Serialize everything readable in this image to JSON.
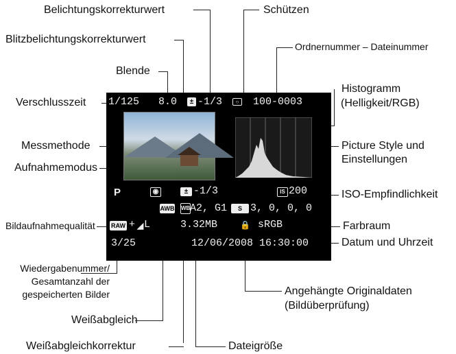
{
  "labels": {
    "belichtungskorrekturwert": "Belichtungskorrekturwert",
    "schuetzen": "Schützen",
    "blitzbelichtungskorrekturwert": "Blitzbelichtungskorrekturwert",
    "ordnernummer_dateinummer": "Ordnernummer – Dateinummer",
    "blende": "Blende",
    "histogramm_1": "Histogramm",
    "histogramm_2": "(Helligkeit/RGB)",
    "verschlusszeit": "Verschlusszeit",
    "messmethode": "Messmethode",
    "picture_style_1": "Picture Style und",
    "picture_style_2": "Einstellungen",
    "aufnahmemodus": "Aufnahmemodus",
    "iso": "ISO-Empfindlichkeit",
    "bildaufnahmequalitaet": "Bildaufnahmequalität",
    "farbraum": "Farbraum",
    "datum_uhrzeit": "Datum und Uhrzeit",
    "wiedergabe_1": "Wiedergabenummer/",
    "wiedergabe_2": "Gesamtanzahl der",
    "wiedergabe_3": "gespeicherten Bilder",
    "originaldaten_1": "Angehängte Originaldaten",
    "originaldaten_2": "(Bildüberprüfung)",
    "weissabgleich": "Weißabgleich",
    "weissabgleichkorrektur": "Weißabgleichkorrektur",
    "dateigroesse": "Dateigröße"
  },
  "screen": {
    "shutter": "1/125",
    "aperture": "8.0",
    "exposure_comp": "-1/3",
    "folder_file": "100-0003",
    "mode": "P",
    "flash_comp": "-1/3",
    "iso_value": "200",
    "wb_shift": "A2, G1",
    "picture_style_values": "3, 0, 0, 0",
    "file_size": "3.32MB",
    "color_space": "sRGB",
    "playback_count": "3/25",
    "date_time": "12/06/2008 16:30:00",
    "quality": "L",
    "icons": {
      "exposure_comp": "exposure-compensation-icon",
      "protect": "protect-icon",
      "metering": "metering-mode-icon",
      "flash_comp": "flash-exposure-compensation-icon",
      "iso": "iso-icon",
      "awb": "auto-white-balance-icon",
      "wb_shift": "white-balance-shift-icon",
      "picture_style": "picture-style-icon",
      "raw": "raw-quality-icon",
      "quality_l": "quality-large-icon",
      "lock": "original-data-lock-icon"
    }
  }
}
